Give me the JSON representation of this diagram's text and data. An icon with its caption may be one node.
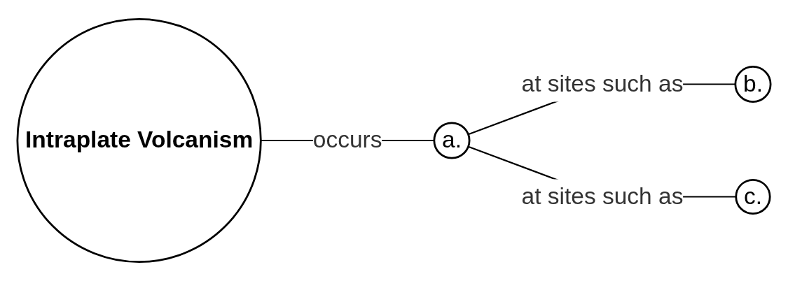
{
  "diagram": {
    "nodes": [
      {
        "text": [
          "Intraplate Volcanism"
        ]
      },
      {
        "text": [
          "a."
        ]
      },
      {
        "text": [
          "b."
        ]
      },
      {
        "text": [
          "c."
        ]
      }
    ],
    "edges": [
      {
        "from": 0,
        "to": 1,
        "arrow": "none",
        "label": "occurs"
      },
      {
        "from": 1,
        "to": 2,
        "arrow": "none",
        "label": "at sites such as"
      },
      {
        "from": 1,
        "to": 3,
        "arrow": "none",
        "label": "at sites such as"
      }
    ]
  }
}
